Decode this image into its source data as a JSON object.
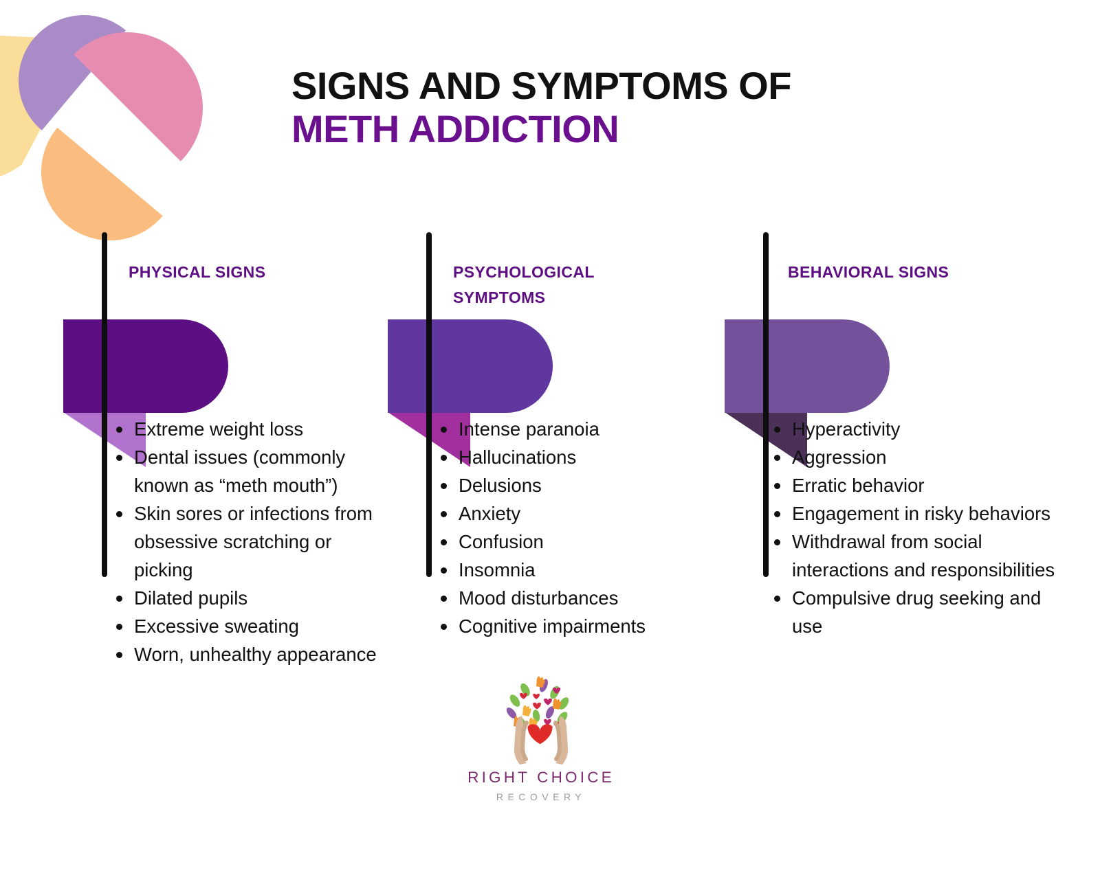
{
  "title": {
    "line1": "SIGNS AND SYMPTOMS OF",
    "line2": "METH ADDICTION",
    "line1_color": "#111111",
    "line2_color": "#6a0f8e"
  },
  "decor": {
    "petal_yellow": "#fbdd9a",
    "petal_purple": "#a98bc8",
    "petal_pink": "#e58cb0",
    "petal_orange": "#fbbd7f"
  },
  "columns": [
    {
      "heading": "PHYSICAL SIGNS",
      "badge_color": "#5d0e82",
      "badge_fold_color": "#b072cd",
      "items": [
        "Extreme weight loss",
        "Dental issues (commonly known as “meth mouth”)",
        "Skin sores or infections from obsessive scratching or picking",
        "Dilated pupils",
        "Excessive sweating",
        "Worn, unhealthy appearance"
      ]
    },
    {
      "heading": "PSYCHOLOGICAL SYMPTOMS",
      "badge_color": "#60379e",
      "badge_fold_color": "#a22f9e",
      "items": [
        "Intense paranoia",
        "Hallucinations",
        "Delusions",
        "Anxiety",
        "Confusion",
        "Insomnia",
        "Mood disturbances",
        "Cognitive impairments"
      ]
    },
    {
      "heading": "BEHAVIORAL SIGNS",
      "badge_color": "#74529b",
      "badge_fold_color": "#4b3157",
      "items": [
        "Hyperactivity",
        "Aggression",
        "Erratic behavior",
        "Engagement in risky behaviors",
        "Withdrawal from social interactions and responsibilities",
        "Compulsive drug seeking and use"
      ]
    }
  ],
  "logo": {
    "name": "RIGHT CHOICE",
    "subtitle": "RECOVERY",
    "name_color": "#7c2a6e",
    "subtitle_color": "#9b9b9b",
    "mark": "hands-holding-heart-icon"
  },
  "colors": {
    "accent_purple": "#5d0e82",
    "rule_black": "#0d0d0d",
    "background": "#ffffff"
  }
}
